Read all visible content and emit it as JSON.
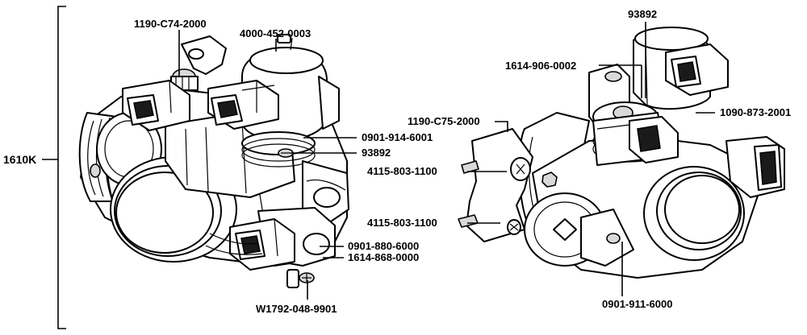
{
  "assembly": {
    "part_number": "1610K"
  },
  "callouts_left": [
    {
      "id": "c1",
      "text": "1190-C74-2000"
    },
    {
      "id": "c2",
      "text": "4000-452-0003"
    },
    {
      "id": "c3",
      "text": "0901-914-6001"
    },
    {
      "id": "c4",
      "text": "93892"
    },
    {
      "id": "c5",
      "text": "0901-880-6000"
    },
    {
      "id": "c6",
      "text": "1614-868-0000"
    },
    {
      "id": "c7",
      "text": "W1792-048-9901"
    }
  ],
  "callouts_right": [
    {
      "id": "c8",
      "text": "93892"
    },
    {
      "id": "c9",
      "text": "1614-906-0002"
    },
    {
      "id": "c10",
      "text": "1090-873-2001"
    },
    {
      "id": "c11",
      "text": "1190-C75-2000"
    },
    {
      "id": "c12",
      "text": "4115-803-1100"
    },
    {
      "id": "c13",
      "text": "4115-803-1100"
    },
    {
      "id": "c14",
      "text": "0901-911-6000"
    }
  ]
}
